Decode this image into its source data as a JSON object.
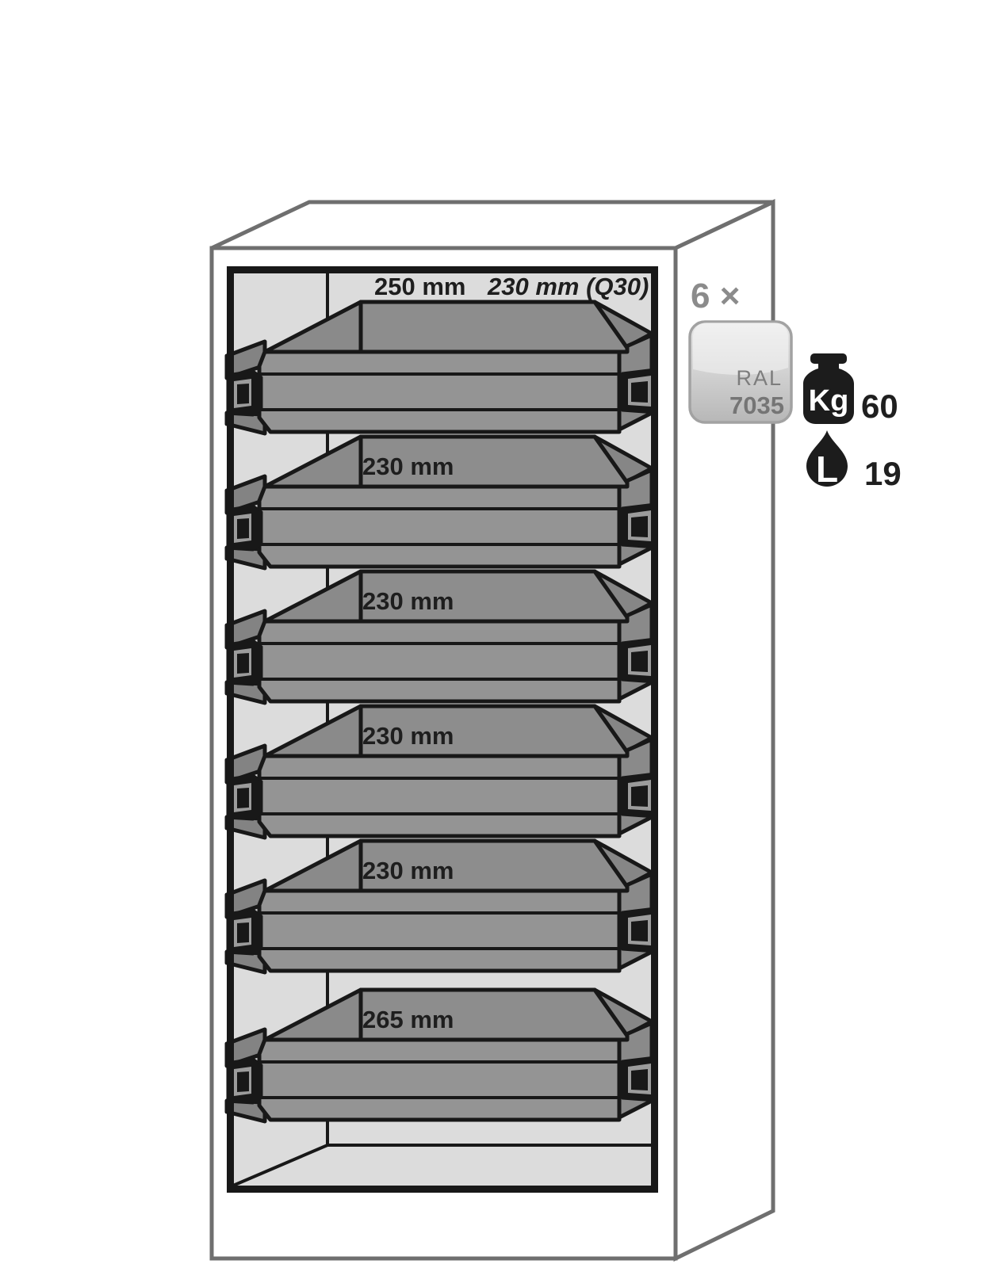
{
  "diagram": {
    "header": {
      "depth_label": "250 mm",
      "depth_q30_label": "230 mm (Q30)"
    },
    "drawers": [
      {
        "label": ""
      },
      {
        "label": "230 mm"
      },
      {
        "label": "230 mm"
      },
      {
        "label": "230 mm"
      },
      {
        "label": "230 mm"
      },
      {
        "label": "265 mm"
      }
    ],
    "annotations": {
      "quantity": "6 ×",
      "badge": {
        "series": "RAL",
        "code": "7035"
      },
      "load_capacity": {
        "icon": "weight-kg-icon",
        "unit_glyph": "Kg",
        "value": "60"
      },
      "volume": {
        "icon": "liters-drop-icon",
        "unit_glyph": "L",
        "value": "19"
      }
    },
    "colors": {
      "outline_gray": "#6f6f6f",
      "line_black": "#181818",
      "interior_bg": "#dcdcdc",
      "tray_gray": "#949494",
      "quantity_gray": "#8b8b8b",
      "badge_text": "#757575"
    }
  }
}
